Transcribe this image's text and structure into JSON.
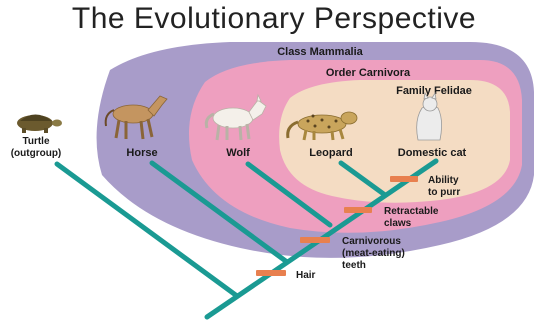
{
  "title": "The Evolutionary Perspective",
  "groups": {
    "mammalia": "Class Mammalia",
    "carnivora": "Order Carnivora",
    "felidae": "Family Felidae"
  },
  "taxa": {
    "turtle_line1": "Turtle",
    "turtle_line2": "(outgroup)",
    "horse": "Horse",
    "wolf": "Wolf",
    "leopard": "Leopard",
    "cat": "Domestic cat"
  },
  "traits": {
    "purr_line1": "Ability",
    "purr_line2": "to purr",
    "claws_line1": "Retractable",
    "claws_line2": "claws",
    "carn_line1": "Carnivorous",
    "carn_line2": "(meat-eating)",
    "carn_line3": "teeth",
    "hair": "Hair"
  },
  "icons": [
    "turtle-icon",
    "horse-icon",
    "wolf-icon",
    "leopard-icon",
    "domestic-cat-icon"
  ],
  "colors": {
    "mammalia": "#a89cc9",
    "carnivora": "#ee9fbf",
    "felidae": "#f4dcc3",
    "branch": "#1a9a93",
    "trait_bar": "#e8804f"
  }
}
